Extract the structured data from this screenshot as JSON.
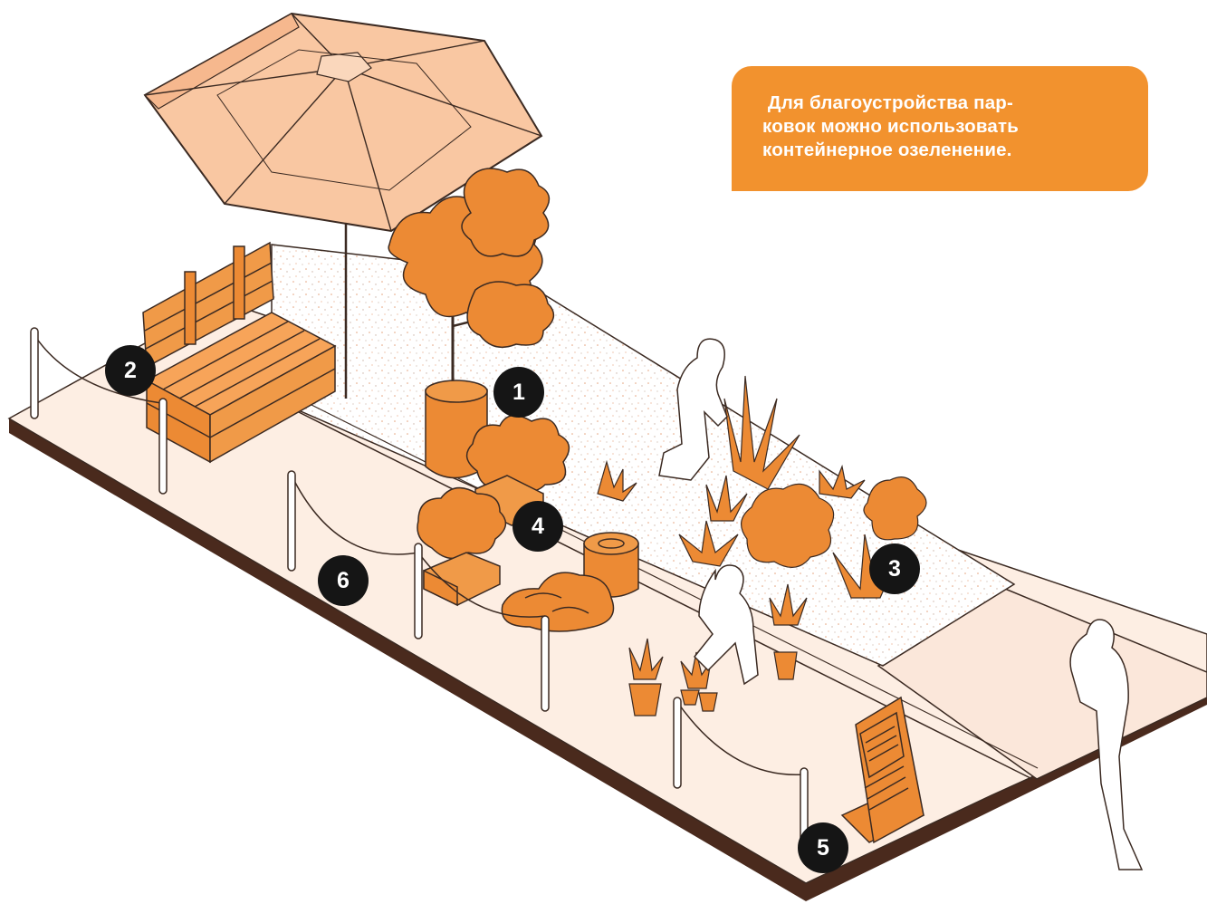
{
  "callout": {
    "lines": [
      " Для благоустройства пар-",
      "ковок можно использовать",
      "контейнерное озеленение."
    ]
  },
  "markers": [
    "1",
    "2",
    "3",
    "4",
    "5",
    "6"
  ],
  "colors": {
    "accent_orange": "#f2922e",
    "plant_orange": "#ec8a34",
    "plank_orange": "#f09a48",
    "umbrella_peach": "#f9c7a2",
    "platform_peach": "#fdeee3",
    "platform_edge": "#4a2a1d",
    "line_ink": "#3b2a22",
    "marker_black": "#151515"
  },
  "icons": {
    "umbrella": "umbrella-icon",
    "bench": "pallet-bench-icon",
    "tree": "potted-tree-icon",
    "planter": "planter-box-icon",
    "stump": "tree-stump-icon",
    "signboard": "a-frame-sign-icon",
    "person": "person-icon"
  }
}
